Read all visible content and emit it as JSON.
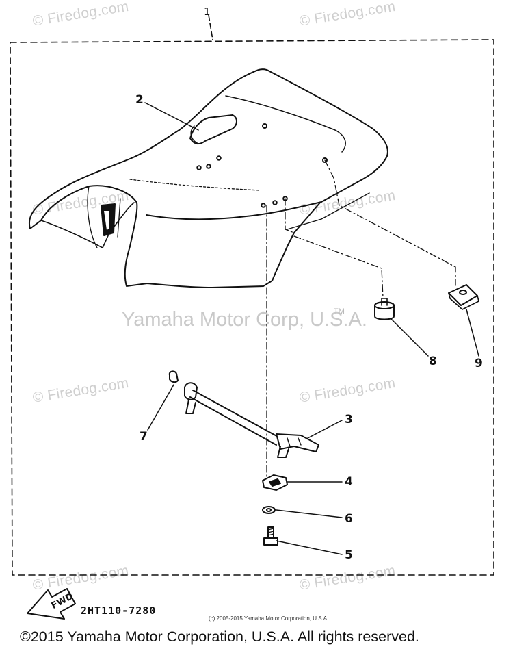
{
  "watermark": "© Firedog.com",
  "center_watermark": "Yamaha Motor Corp, U.S.A.",
  "trademark": "TM",
  "assembly_callout": "1",
  "callouts": {
    "c2": "2",
    "c3": "3",
    "c4": "4",
    "c5": "5",
    "c6": "6",
    "c7": "7",
    "c8": "8",
    "c9": "9"
  },
  "fwd_label": "FWD",
  "part_code": "2HT110-7280",
  "fine_print": "(c) 2005-2015 Yamaha Motor Corporation, U.S.A.",
  "copyright": "©2015 Yamaha Motor Corporation, U.S.A. All rights reserved."
}
